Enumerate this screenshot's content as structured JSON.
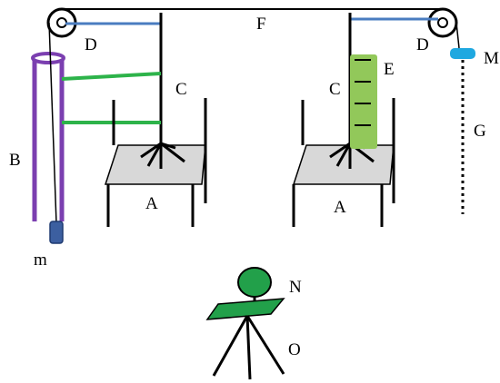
{
  "labels": {
    "A_left": "A",
    "A_right": "A",
    "B": "B",
    "C_left": "C",
    "C_right": "C",
    "D_left": "D",
    "D_right": "D",
    "E": "E",
    "F": "F",
    "G": "G",
    "M": "M",
    "m": "m",
    "N": "N",
    "O": "O"
  },
  "colors": {
    "line": "#000000",
    "tube": "#7B3FB0",
    "clamp": "#2DB34A",
    "pulley_arm": "#4A7CC0",
    "scale": "#92C85A",
    "weight_large": "#1FA8E0",
    "weight_small": "#3C5FA0",
    "table_top": "#D8D8D8",
    "telescope": "#22A04A"
  }
}
